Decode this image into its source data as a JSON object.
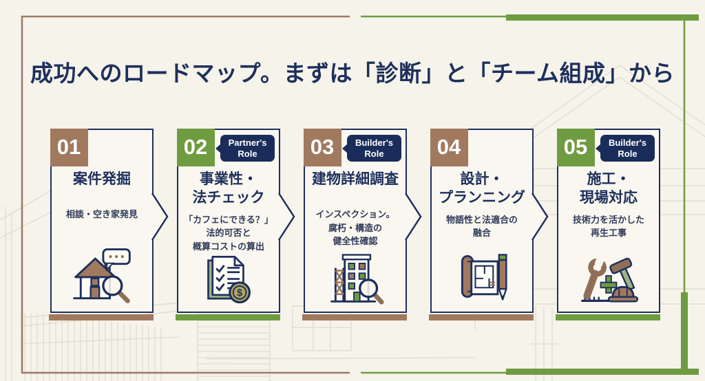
{
  "header": {
    "title": "成功へのロードマップ。まずは「診断」と「チーム組成」から"
  },
  "colors": {
    "background": "#f5f3ea",
    "card_background": "#f9f7f0",
    "navy": "#1e2f5c",
    "brown": "#a0795f",
    "green": "#6f9b41",
    "role_badge_navy": "#1a2d5a",
    "frame_brown": "#9c7a67",
    "frame_green": "#6f9b41"
  },
  "steps": [
    {
      "number": "01",
      "accent": "brown",
      "accent_color": "#a0795f",
      "role": "",
      "title": "案件発掘",
      "description": "相談・空き家発見",
      "icon": "house-search-icon",
      "has_arrow": true
    },
    {
      "number": "02",
      "accent": "green",
      "accent_color": "#6f9b41",
      "role": "Partner's\nRole",
      "title": "事業性・\n法チェック",
      "description": "「カフェにできる？」\n法的可否と\n概算コストの算出",
      "icon": "checklist-cost-icon",
      "has_arrow": true
    },
    {
      "number": "03",
      "accent": "brown",
      "accent_color": "#a0795f",
      "role": "Builder's\nRole",
      "title": "建物詳細調査",
      "description": "インスペクション。\n腐朽・構造の\n健全性確認",
      "icon": "building-inspection-icon",
      "has_arrow": true
    },
    {
      "number": "04",
      "accent": "brown",
      "accent_color": "#a0795f",
      "role": "",
      "title": "設計・\nプランニング",
      "description": "物語性と法適合の\n融合",
      "icon": "blueprint-pencil-icon",
      "has_arrow": true
    },
    {
      "number": "05",
      "accent": "green",
      "accent_color": "#6f9b41",
      "role": "Builder's\nRole",
      "title": "施工・\n現場対応",
      "description": "技術力を活かした\n再生工事",
      "icon": "construction-tools-icon",
      "has_arrow": false
    }
  ]
}
